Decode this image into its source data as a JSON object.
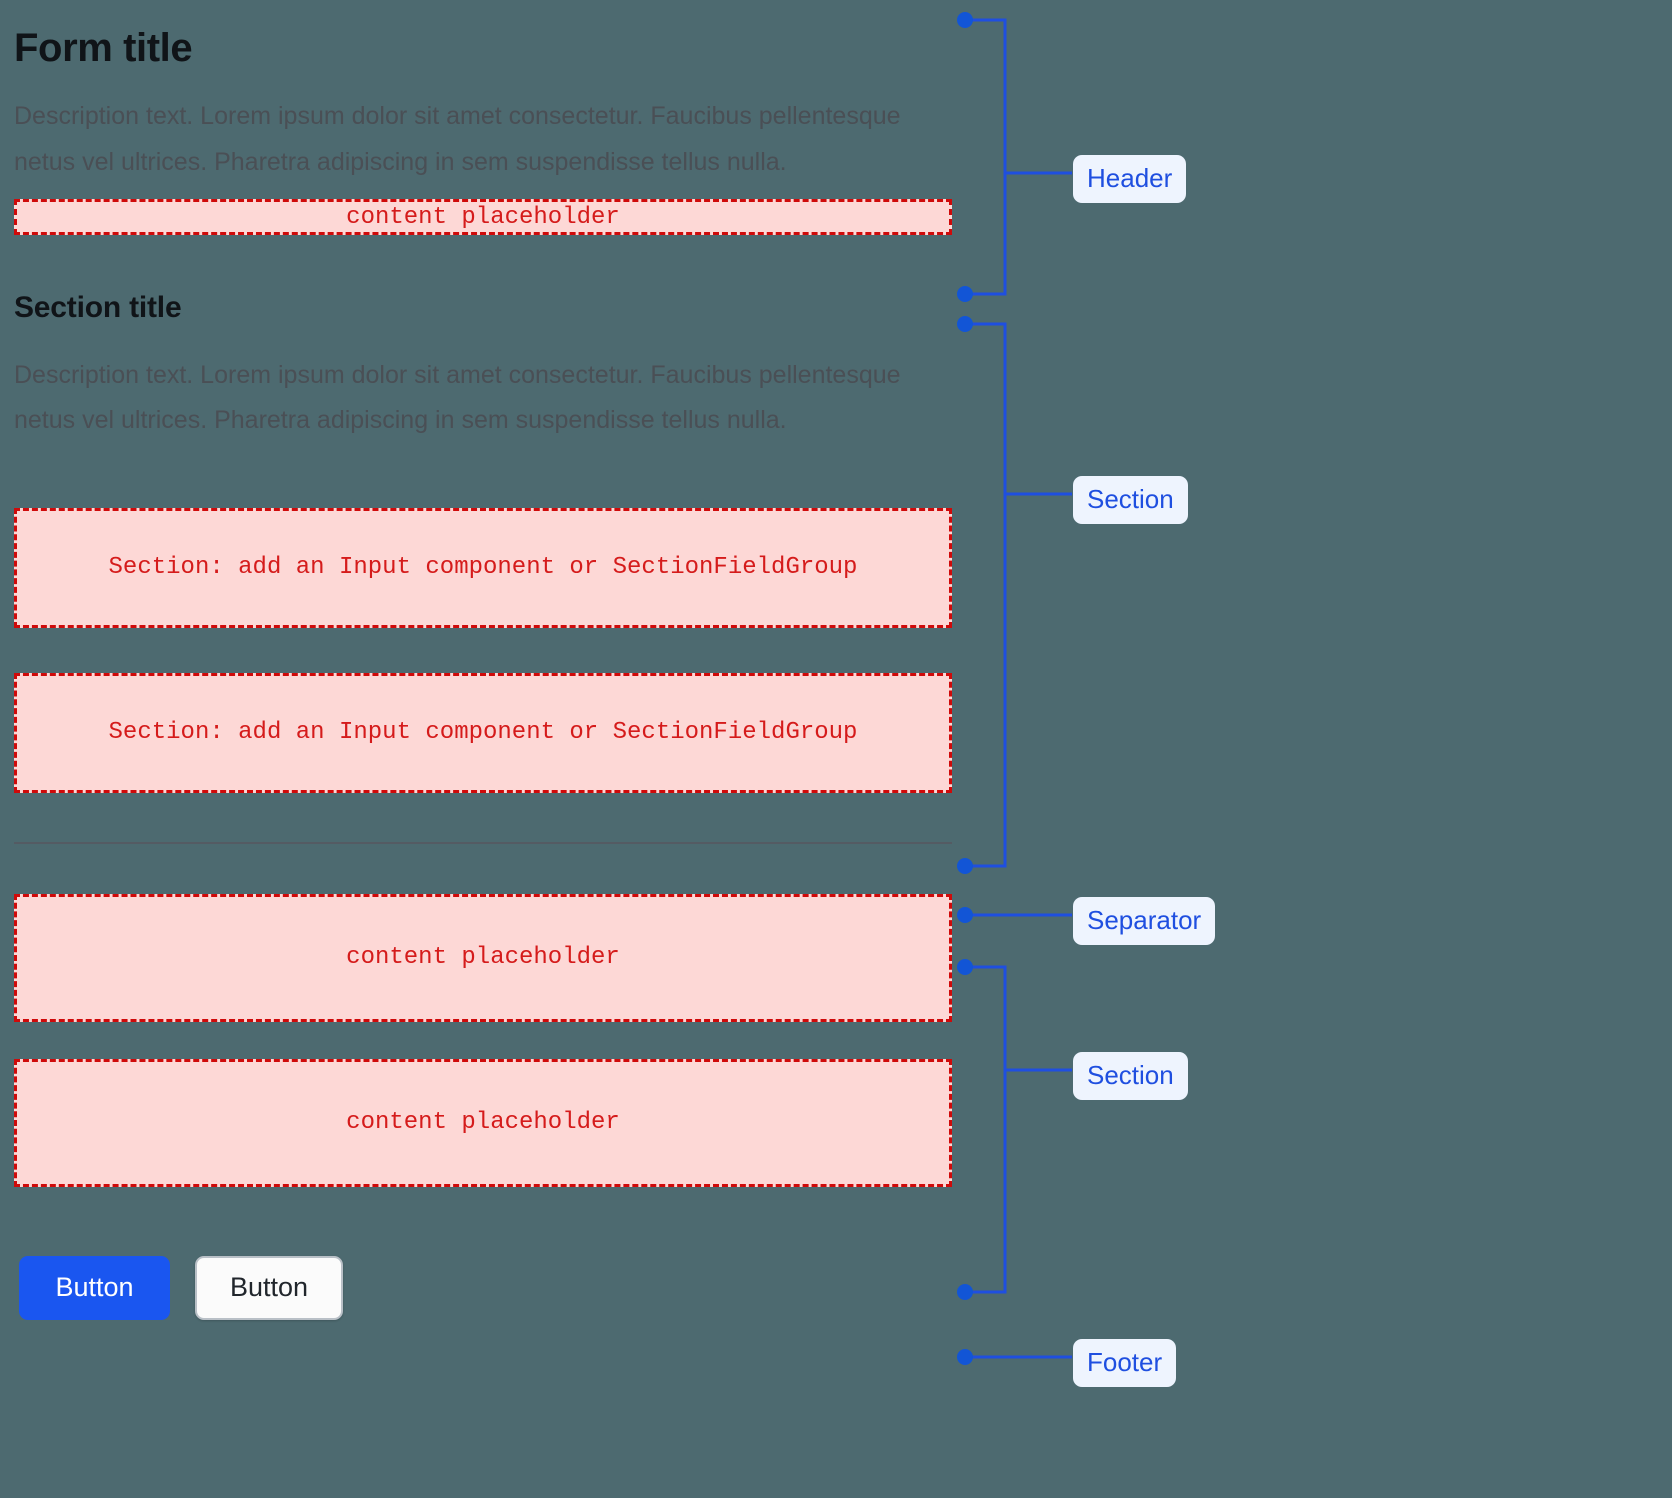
{
  "theme": {
    "background": "#4d6a70",
    "title_color": "#101418",
    "description_color": "#4a4f55",
    "placeholder_fill": "#fdd8d6",
    "placeholder_border": "#cf0a0a",
    "placeholder_text": "#d51b1b",
    "annotation_blue": "#1f4fe0",
    "annotation_badge_fill": "#eef4fe",
    "separator_color": "#545b63",
    "primary_button_fill": "#1a56f0",
    "secondary_button_fill": "#fbfbfb"
  },
  "header": {
    "title": "Form title",
    "description": "Description text. Lorem ipsum dolor sit amet consectetur. Faucibus pellentesque netus vel ultrices. Pharetra adipiscing in sem suspendisse tellus nulla.",
    "placeholder": "content placeholder"
  },
  "section": {
    "title": "Section title",
    "description": "Description text. Lorem ipsum dolor sit amet consectetur. Faucibus pellentesque netus vel ultrices. Pharetra adipiscing in sem suspendisse tellus nulla.",
    "field_placeholder_1": "Section: add an Input component or SectionFieldGroup",
    "field_placeholder_2": "Section: add an Input component or SectionFieldGroup"
  },
  "section_two": {
    "placeholder_1": "content placeholder",
    "placeholder_2": "content placeholder"
  },
  "footer": {
    "primary_button": "Button",
    "secondary_button": "Button"
  },
  "annotations": [
    {
      "label": "Header",
      "type": "bracket"
    },
    {
      "label": "Section",
      "type": "bracket"
    },
    {
      "label": "Separator",
      "type": "line"
    },
    {
      "label": "Section",
      "type": "bracket"
    },
    {
      "label": "Footer",
      "type": "line"
    }
  ]
}
